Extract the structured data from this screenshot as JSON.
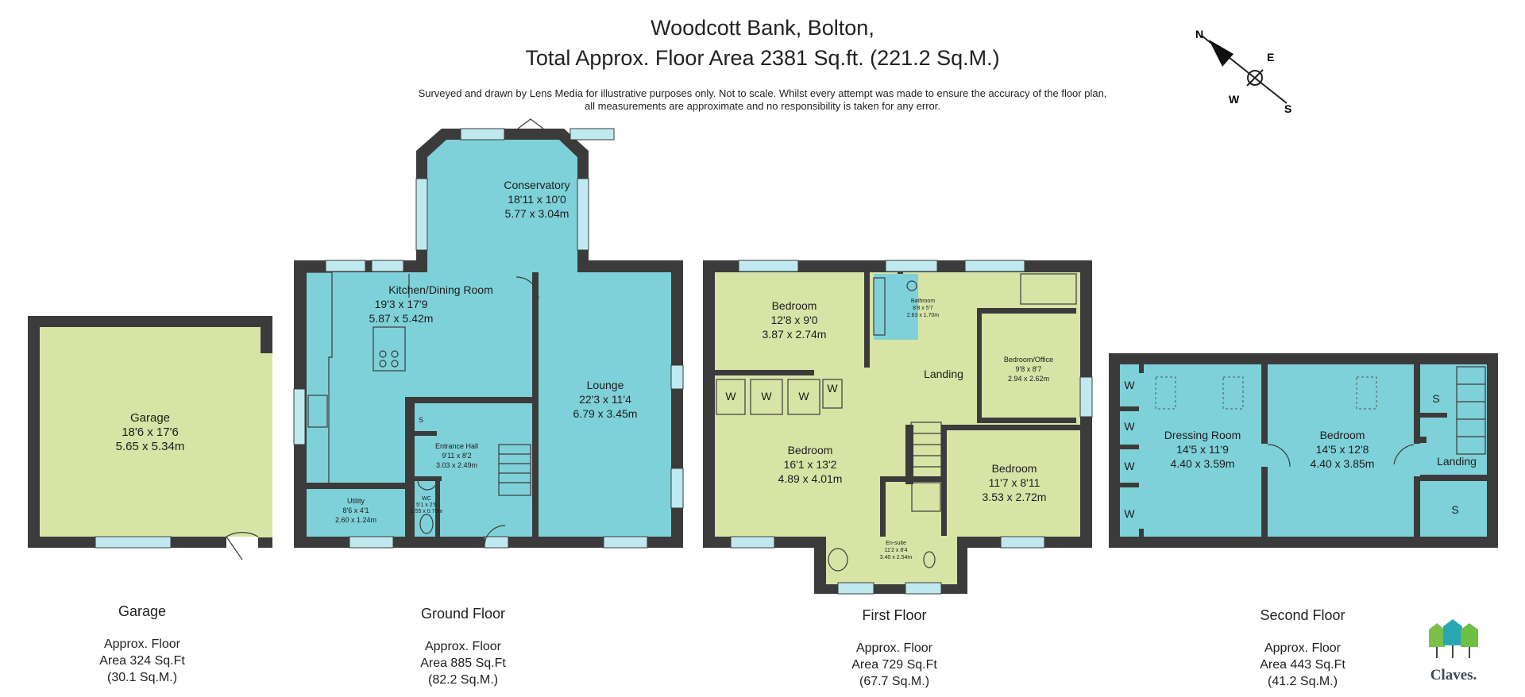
{
  "header": {
    "title_line1": "Woodcott Bank, Bolton,",
    "title_line2": "Total Approx. Floor Area 2381 Sq.ft. (221.2 Sq.M.)",
    "disclaimer_line1": "Surveyed and drawn by Lens Media for illustrative purposes only. Not to scale. Whilst every attempt was made to ensure the accuracy of the floor plan,",
    "disclaimer_line2": "all measurements are approximate and no responsibility is taken for any error."
  },
  "compass": {
    "n": "N",
    "e": "E",
    "w": "W",
    "s": "S"
  },
  "rooms": {
    "garage": {
      "name": "Garage",
      "imperial": "18'6 x 17'6",
      "metric": "5.65 x 5.34m"
    },
    "conservatory": {
      "name": "Conservatory",
      "imperial": "18'11 x 10'0",
      "metric": "5.77 x 3.04m"
    },
    "kitchen": {
      "name": "Kitchen/Dining Room",
      "imperial": "19'3 x 17'9",
      "metric": "5.87 x 5.42m"
    },
    "lounge": {
      "name": "Lounge",
      "imperial": "22'3 x 11'4",
      "metric": "6.79 x 3.45m"
    },
    "entrance_hall": {
      "name": "Entrance Hall",
      "imperial": "9'11 x 8'2",
      "metric": "3.03 x 2.49m"
    },
    "utility": {
      "name": "Utility",
      "imperial": "8'6 x 4'1",
      "metric": "2.60 x 1.24m"
    },
    "wc": {
      "name": "WC",
      "imperial": "5'1 x 2'6",
      "metric": "1.55 x 0.76m"
    },
    "store_s": "S",
    "bedroom_1": {
      "name": "Bedroom",
      "imperial": "12'8 x 9'0",
      "metric": "3.87 x 2.74m"
    },
    "bathroom": {
      "name": "Bathroom",
      "imperial": "8'8 x 5'7",
      "metric": "2.63 x 1.70m"
    },
    "landing_ff": "Landing",
    "office": {
      "name": "Bedroom/Office",
      "imperial": "9'8 x 8'7",
      "metric": "2.94 x 2.62m"
    },
    "bedroom_2": {
      "name": "Bedroom",
      "imperial": "16'1 x 13'2",
      "metric": "4.89 x 4.01m"
    },
    "bedroom_3": {
      "name": "Bedroom",
      "imperial": "11'7 x 8'11",
      "metric": "3.53 x 2.72m"
    },
    "ensuite": {
      "name": "En-suite",
      "imperial": "11'2 x 8'4",
      "metric": "3.40 x 2.54m"
    },
    "wardrobe": "W",
    "dressing": {
      "name": "Dressing Room",
      "imperial": "14'5 x 11'9",
      "metric": "4.40 x 3.59m"
    },
    "bedroom_4": {
      "name": "Bedroom",
      "imperial": "14'5 x 12'8",
      "metric": "4.40 x 3.85m"
    },
    "landing_sf": "Landing"
  },
  "floors": [
    {
      "name": "Garage",
      "l1": "Approx. Floor",
      "l2": "Area 324 Sq.Ft",
      "l3": "(30.1 Sq.M.)"
    },
    {
      "name": "Ground Floor",
      "l1": "Approx. Floor",
      "l2": "Area 885 Sq.Ft",
      "l3": "(82.2 Sq.M.)"
    },
    {
      "name": "First Floor",
      "l1": "Approx. Floor",
      "l2": "Area 729 Sq.Ft",
      "l3": "(67.7 Sq.M.)"
    },
    {
      "name": "Second Floor",
      "l1": "Approx. Floor",
      "l2": "Area 443 Sq.Ft",
      "l3": "(41.2 Sq.M.)"
    }
  ],
  "logo": {
    "text": "Claves."
  },
  "colors": {
    "room": "#7fd1d9",
    "garage": "#d7e4a6",
    "wall": "#3b3b3b"
  }
}
